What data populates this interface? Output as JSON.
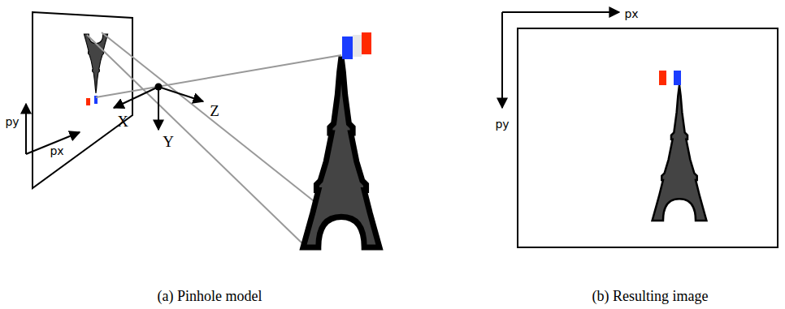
{
  "diagram": {
    "labels": [
      "py",
      "px",
      "X",
      "Y",
      "Z",
      "px",
      "py",
      "(a) Pinhole model",
      "(b) Resulting image"
    ]
  }
}
